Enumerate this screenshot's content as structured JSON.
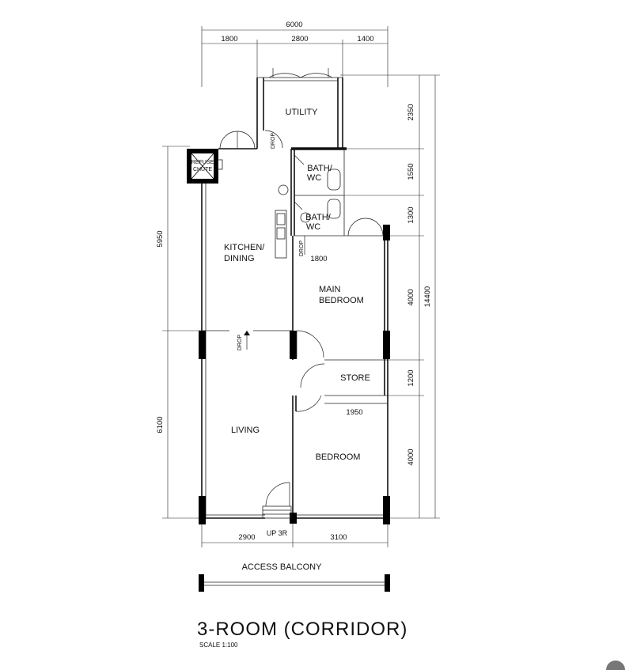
{
  "rooms": {
    "utility": "UTILITY",
    "bath1": [
      "BATH/",
      "WC"
    ],
    "bath2": [
      "BATH/",
      "WC"
    ],
    "refuse": [
      "REFUSE",
      "CHUTE"
    ],
    "kitchen": [
      "KITCHEN/",
      "DINING"
    ],
    "main_bedroom": [
      "MAIN",
      "BEDROOM"
    ],
    "store": "STORE",
    "living": "LIVING",
    "bedroom": "BEDROOM"
  },
  "labels": {
    "drop": "DROP",
    "up": "UP  3R",
    "access_balcony": "ACCESS BALCONY"
  },
  "dimensions": {
    "top_total": "6000",
    "top_segments": [
      "1800",
      "2800",
      "1400"
    ],
    "right_segments": [
      "2350",
      "1550",
      "1300",
      "4000",
      "1200",
      "4000"
    ],
    "right_total": "14400",
    "left_segments": [
      "5950",
      "6100"
    ],
    "bottom_segments": [
      "2900",
      "3100"
    ],
    "inner_1800": "1800",
    "inner_1950": "1950"
  },
  "title": {
    "name": "3-ROOM (CORRIDOR)",
    "scale": "SCALE   1:100"
  }
}
